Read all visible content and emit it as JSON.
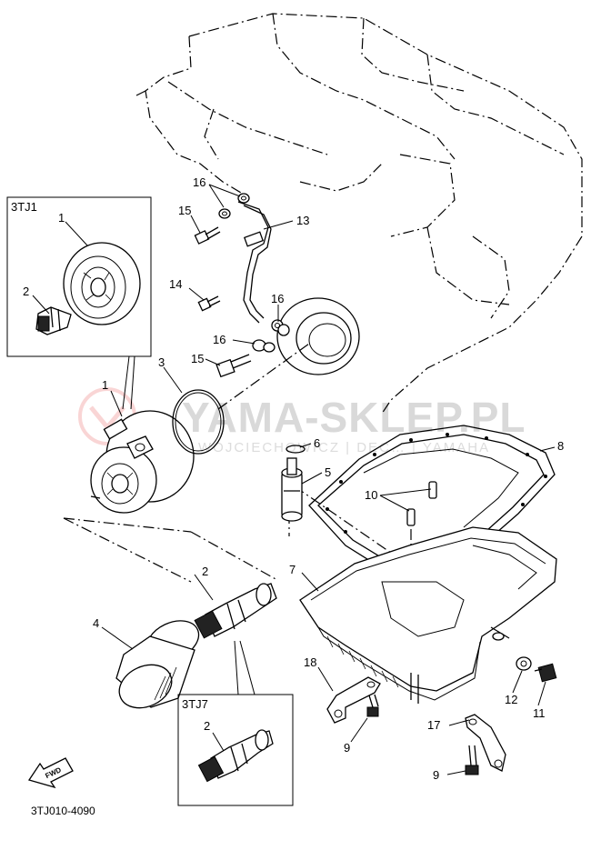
{
  "diagram": {
    "code": "3TJ010-4090",
    "watermark": {
      "main": "YAMA-SKLEP.PL",
      "sub": "WOJCIECHOWICZ | DEC… | YAMAHA"
    },
    "inset_labels": {
      "top": "3TJ1",
      "bottom": "3TJ7"
    },
    "fwd_label": "FWD",
    "callouts": {
      "c1a": "1",
      "c1b": "1",
      "c2a": "2",
      "c2b": "2",
      "c2c": "2",
      "c3": "3",
      "c4": "4",
      "c5": "5",
      "c6": "6",
      "c7": "7",
      "c8": "8",
      "c9a": "9",
      "c9b": "9",
      "c10": "10",
      "c11": "11",
      "c12": "12",
      "c13": "13",
      "c14": "14",
      "c15a": "15",
      "c15b": "15",
      "c16a": "16",
      "c16b": "16",
      "c16c": "16",
      "c17": "17",
      "c18": "18"
    }
  }
}
